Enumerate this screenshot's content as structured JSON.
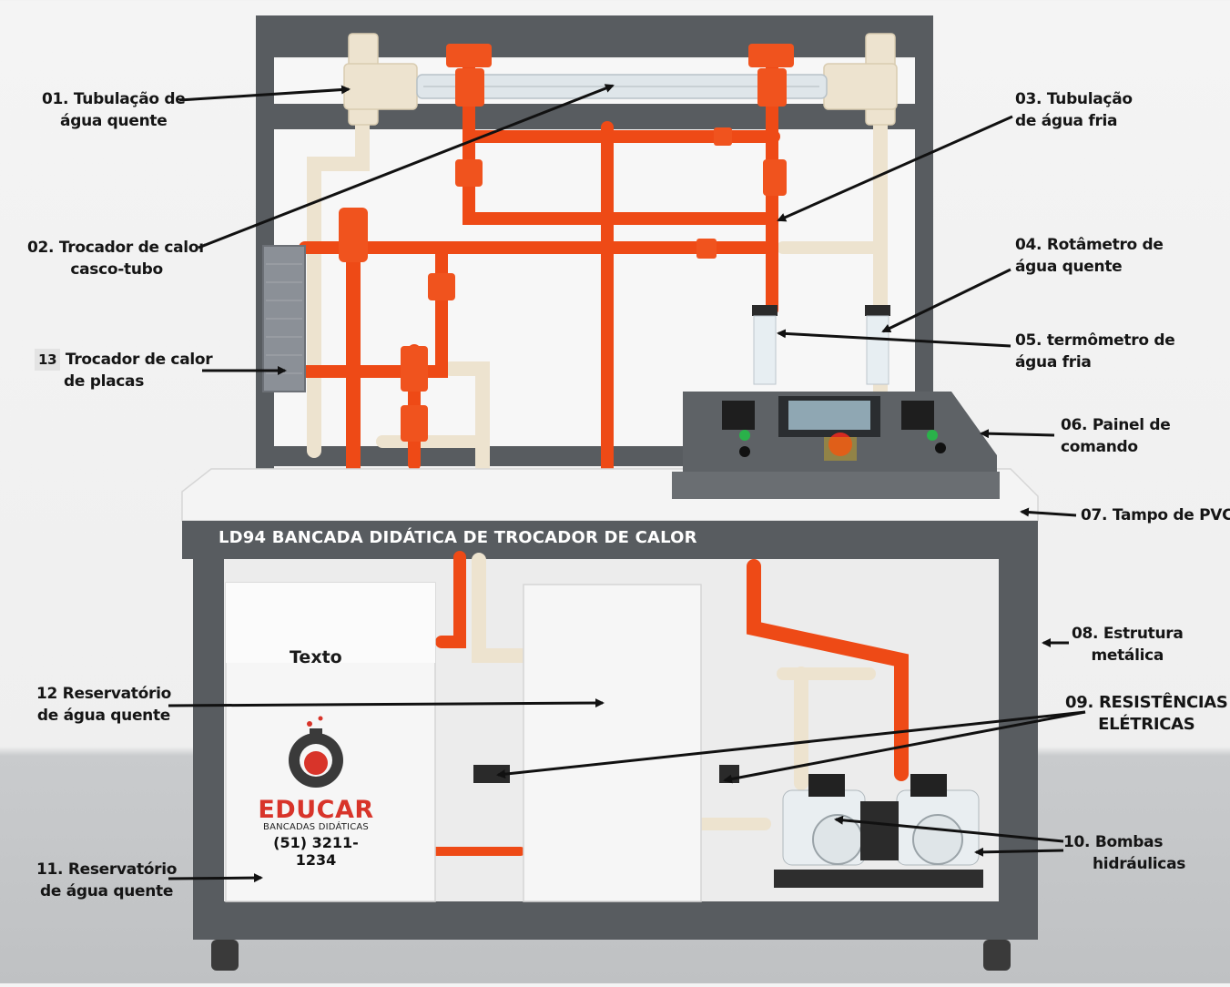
{
  "banner_title": "LD94 BANCADA DIDÁTICA DE TROCADOR DE CALOR",
  "box_text": "Texto",
  "brand": {
    "name": "EDUCAR",
    "subtitle": "BANCADAS DIDÁTICAS",
    "phone": "(51) 3211-1234"
  },
  "labels": {
    "l01": {
      "line1": "01. Tubulação de",
      "line2": "água quente"
    },
    "l02": {
      "line1": "02. Trocador de calor",
      "line2": "casco-tubo"
    },
    "l13": {
      "num": "13",
      "line1": "Trocador de calor",
      "line2": "de placas"
    },
    "l12": {
      "line1": "12  Reservatório",
      "line2": "de água quente"
    },
    "l11": {
      "line1": "11. Reservatório",
      "line2": "de água quente"
    },
    "l03": {
      "line1": "03. Tubulação",
      "line2": "de água fria"
    },
    "l04": {
      "line1": "04. Rotâmetro de",
      "line2": "água quente"
    },
    "l05": {
      "line1": "05. termômetro de",
      "line2": "água fria"
    },
    "l06": {
      "line1": "06. Painel de",
      "line2": "comando"
    },
    "l07": {
      "line1": "07. Tampo de PVC"
    },
    "l08": {
      "line1": "08. Estrutura",
      "line2": "metálica"
    },
    "l09": {
      "line1": "09. RESISTÊNCIAS",
      "line2": "ELÉTRICAS"
    },
    "l10": {
      "line1": "10. Bombas",
      "line2": "hidráulicas"
    }
  },
  "colors": {
    "frame": "#585c60",
    "pipe_hot": "#ee4a16",
    "pipe_cold": "#ede3cf",
    "tabletop": "#f4f4f4",
    "panel": "#5e6266",
    "brand_red": "#d8342a"
  }
}
